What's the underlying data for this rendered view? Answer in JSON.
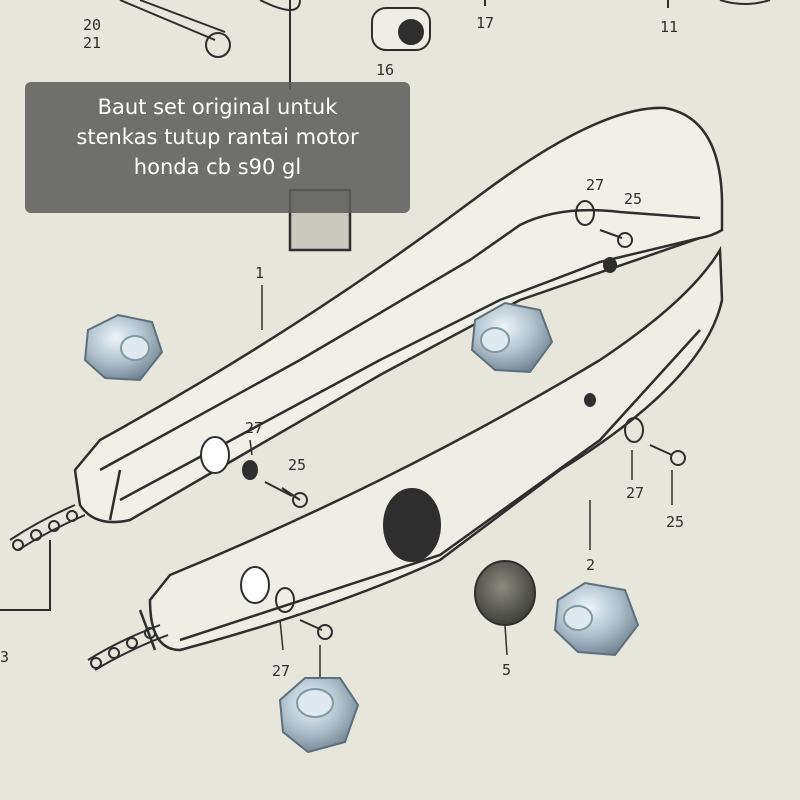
{
  "caption": {
    "lines": [
      "Baut set original untuk",
      "stenkas tutup rantai motor",
      "honda cb s90 gl"
    ]
  },
  "part_numbers": {
    "p20": "20",
    "p21": "21",
    "p17": "17",
    "p11": "11",
    "p16": "16",
    "p1": "1",
    "p27a": "27",
    "p25a": "25",
    "p27b": "27",
    "p25b": "25",
    "p27c": "27",
    "p25c": "25",
    "p2": "2",
    "p27d": "27",
    "p5": "5",
    "p3": "3"
  },
  "colors": {
    "paper": "#ecebe3",
    "ink": "#2e2e2e",
    "bolt_zinc": "#b9cbd6",
    "caption_bg": "#5f5f5f"
  }
}
